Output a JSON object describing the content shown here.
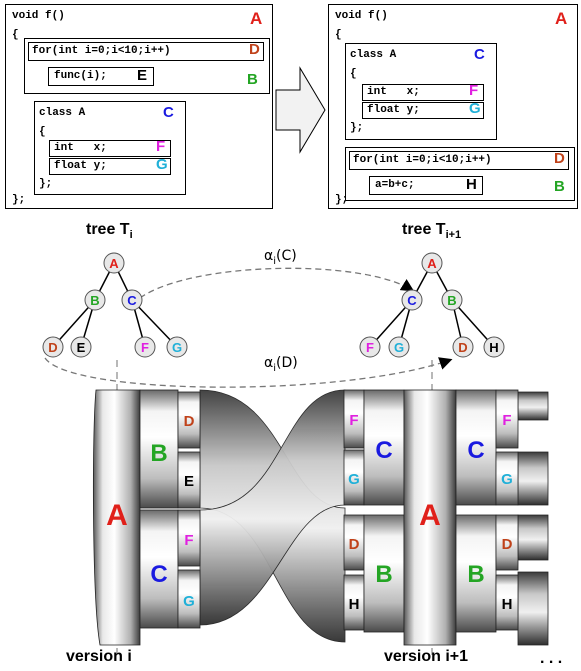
{
  "colors": {
    "A": "#e0201a",
    "B": "#24a524",
    "C": "#1a1ae0",
    "D": "#c0421a",
    "E": "#000000",
    "F": "#e020e0",
    "G": "#20b0d8",
    "H": "#000000"
  },
  "left_code": {
    "line1": "void f()",
    "line2": "{",
    "for_line": "for(int i=0;i<10;i++)",
    "func_line": "func(i);",
    "class_line": "class A",
    "brace_open": "{",
    "int_line": "int   x;",
    "float_line": "float y;",
    "class_close": "};",
    "end": "};"
  },
  "right_code": {
    "line1": "void f()",
    "line2": "{",
    "class_line": "class A",
    "brace_open": "{",
    "int_line": "int   x;",
    "float_line": "float y;",
    "class_close": "};",
    "for_line": "for(int i=0;i<10;i++)",
    "body_line": "a=b+c;",
    "end": "};"
  },
  "tags": {
    "A": "A",
    "B": "B",
    "C": "C",
    "D": "D",
    "E": "E",
    "F": "F",
    "G": "G",
    "H": "H"
  },
  "trees": {
    "left_title_main": "tree T",
    "left_title_sub": "i",
    "right_title_main": "tree T",
    "right_title_sub": "i+1"
  },
  "mappings": {
    "alpha_c_main": "α",
    "alpha_c_sub": "i",
    "alpha_c_arg": "(C)",
    "alpha_d_main": "α",
    "alpha_d_sub": "i",
    "alpha_d_arg": "(D)"
  },
  "versions": {
    "left": "version i",
    "right": "version i+1",
    "ellipsis": ". . ."
  }
}
